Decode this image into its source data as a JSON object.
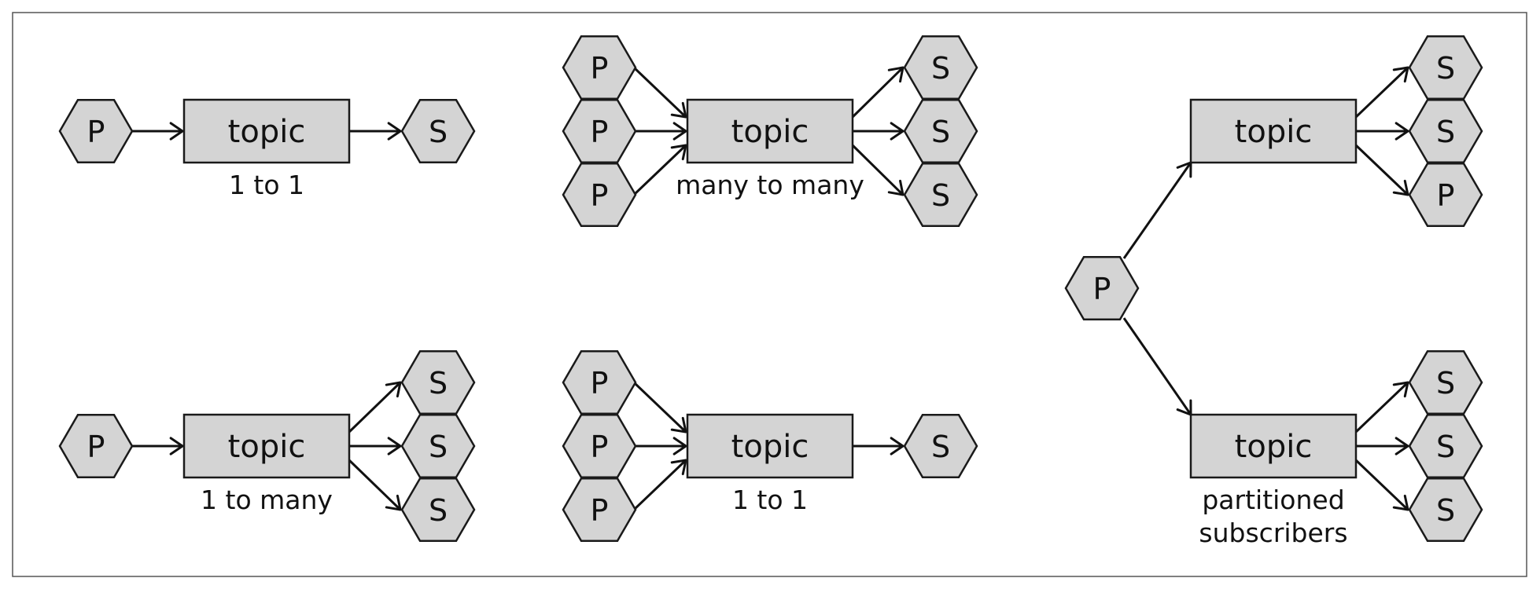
{
  "colors": {
    "node_fill": "#d4d4d4",
    "stroke": "#1a1a1a",
    "text": "#111111"
  },
  "panels": [
    {
      "id": "one-to-one-top",
      "caption": [
        "1 to 1"
      ],
      "topic": "topic",
      "producers": [
        {
          "label": "P"
        }
      ],
      "subscribers": [
        {
          "label": "S"
        }
      ]
    },
    {
      "id": "many-to-many",
      "caption": [
        "many to many"
      ],
      "topic": "topic",
      "producers": [
        {
          "label": "P"
        },
        {
          "label": "P"
        },
        {
          "label": "P"
        }
      ],
      "subscribers": [
        {
          "label": "S"
        },
        {
          "label": "S"
        },
        {
          "label": "S"
        }
      ]
    },
    {
      "id": "one-to-many",
      "caption": [
        "1 to many"
      ],
      "topic": "topic",
      "producers": [
        {
          "label": "P"
        }
      ],
      "subscribers": [
        {
          "label": "S"
        },
        {
          "label": "S"
        },
        {
          "label": "S"
        }
      ]
    },
    {
      "id": "many-to-one",
      "caption": [
        "1 to 1"
      ],
      "topic": "topic",
      "producers": [
        {
          "label": "P"
        },
        {
          "label": "P"
        },
        {
          "label": "P"
        }
      ],
      "subscribers": [
        {
          "label": "S"
        }
      ]
    },
    {
      "id": "partitioned-top",
      "caption": [],
      "topic": "topic",
      "producers": [],
      "subscribers": [
        {
          "label": "S"
        },
        {
          "label": "S"
        },
        {
          "label": "P"
        }
      ]
    },
    {
      "id": "partitioned-bottom",
      "caption": [
        "partitioned",
        "subscribers"
      ],
      "topic": "topic",
      "producers": [],
      "subscribers": [
        {
          "label": "S"
        },
        {
          "label": "S"
        },
        {
          "label": "S"
        }
      ]
    }
  ],
  "shared_producer": {
    "label": "P"
  }
}
